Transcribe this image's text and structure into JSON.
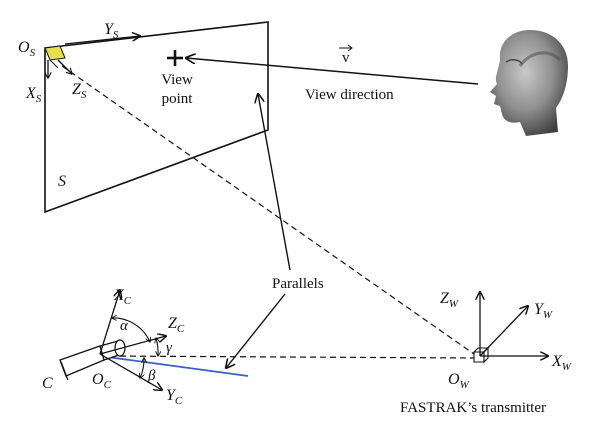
{
  "screen": {
    "origin": "O",
    "origin_sub": "S",
    "y_axis": "Y",
    "y_sub": "S",
    "x_axis": "X",
    "x_sub": "S",
    "z_axis": "Z",
    "z_sub": "S",
    "plane_label": "S",
    "viewpoint_line1": "View",
    "viewpoint_line2": "point"
  },
  "viewer": {
    "vector_label": "v",
    "direction_label": "View direction"
  },
  "parallels_label": "Parallels",
  "camera": {
    "label": "C",
    "origin": "O",
    "origin_sub": "C",
    "x_axis": "X",
    "x_sub": "C",
    "y_axis": "Y",
    "y_sub": "C",
    "z_axis": "Z",
    "z_sub": "C",
    "alpha": "α",
    "beta": "β",
    "gamma": "γ"
  },
  "world": {
    "origin": "O",
    "origin_sub": "W",
    "x_axis": "X",
    "x_sub": "W",
    "y_axis": "Y",
    "y_sub": "W",
    "z_axis": "Z",
    "z_sub": "W",
    "transmitter_label": "FASTRAK’s transmitter"
  },
  "colors": {
    "screen_marker": "#e8e04a",
    "blue_line": "#3a5fc8",
    "ink": "#111111"
  }
}
